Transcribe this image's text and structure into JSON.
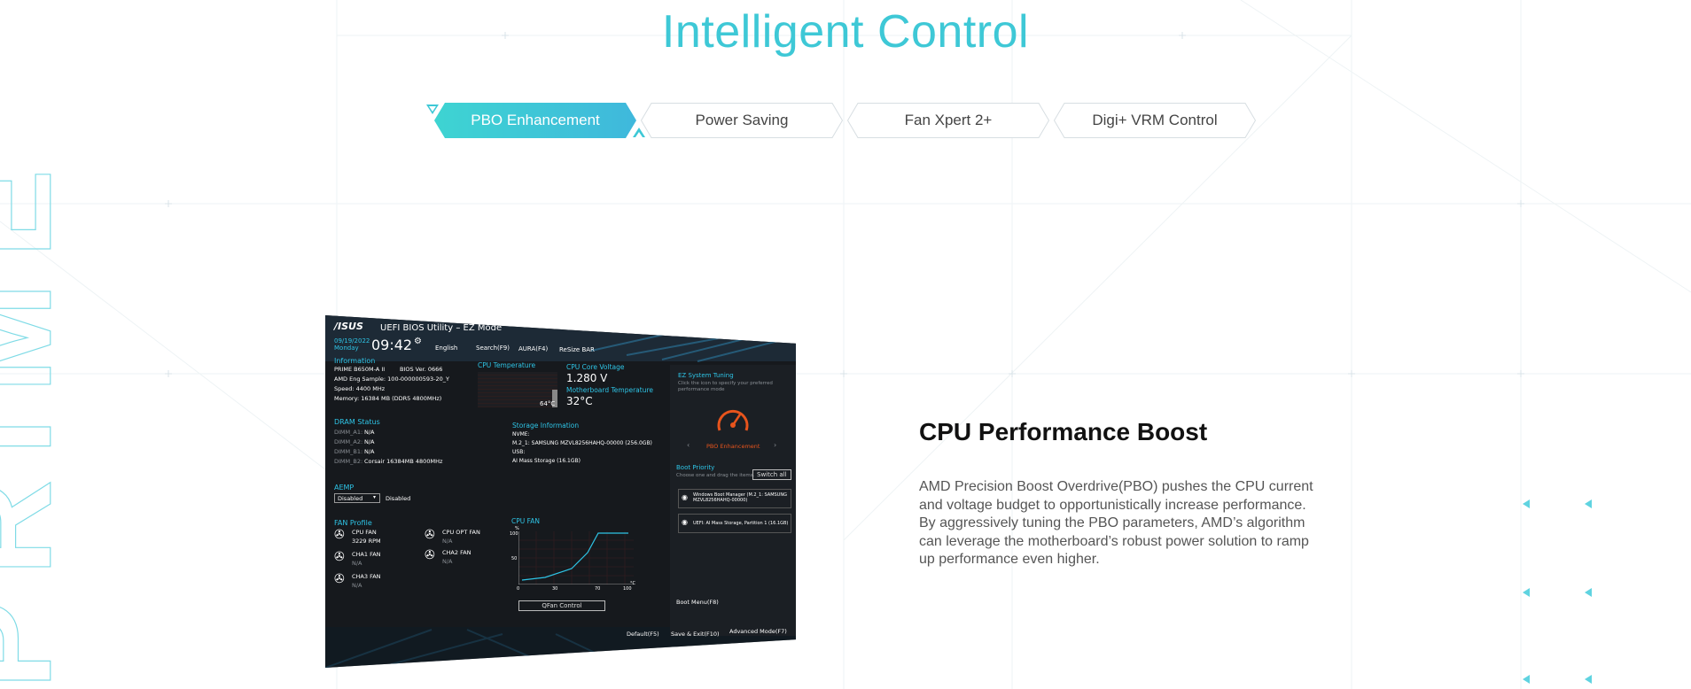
{
  "section": {
    "title": "Intelligent Control"
  },
  "tabs": [
    {
      "label": "PBO Enhancement",
      "active": true
    },
    {
      "label": "Power Saving",
      "active": false
    },
    {
      "label": "Fan Xpert 2+",
      "active": false
    },
    {
      "label": "Digi+ VRM Control",
      "active": false
    }
  ],
  "watermark": {
    "text": "PRIME"
  },
  "colors": {
    "accent": "#3ec8d6",
    "tab_border": "#d7dee2",
    "bios_accent": "#2ec4e6",
    "pbo_orange": "#e8541c"
  },
  "bios": {
    "brand": "/ISUS",
    "title": "UEFI BIOS Utility – EZ Mode",
    "date": "09/19/2022",
    "day": "Monday",
    "time": "09:42",
    "toolbar": [
      "English",
      "Search(F9)",
      "AURA(F4)",
      "ReSize BAR"
    ],
    "information": {
      "heading": "Information",
      "board": "PRIME B650M-A II",
      "bios_ver": "BIOS Ver. 0666",
      "cpu": "AMD Eng Sample: 100-000000593-20_Y",
      "speed": "Speed: 4400 MHz",
      "memory": "Memory: 16384 MB (DDR5 4800MHz)"
    },
    "cpu_temp": {
      "label": "CPU Temperature",
      "value": "64°C"
    },
    "cpu_voltage": {
      "label": "CPU Core Voltage",
      "value": "1.280 V"
    },
    "mb_temp": {
      "label": "Motherboard Temperature",
      "value": "32°C"
    },
    "dram": {
      "heading": "DRAM Status",
      "slots": [
        {
          "name": "DIMM_A1:",
          "value": "N/A"
        },
        {
          "name": "DIMM_A2:",
          "value": "N/A"
        },
        {
          "name": "DIMM_B1:",
          "value": "N/A"
        },
        {
          "name": "DIMM_B2:",
          "value": "Corsair 16384MB 4800MHz"
        }
      ]
    },
    "storage": {
      "heading": "Storage Information",
      "nvme_label": "NVME:",
      "nvme": "M.2_1: SAMSUNG MZVL8256HAHQ-00000 (256.0GB)",
      "usb_label": "USB:",
      "usb": "AI Mass Storage (16.1GB)"
    },
    "ez_tuning": {
      "heading": "EZ System Tuning",
      "desc1": "Click the icon to specify your preferred",
      "desc2": "performance mode",
      "mode": "PBO Enhancement"
    },
    "aemp": {
      "heading": "AEMP",
      "select": "Disabled",
      "status": "Disabled"
    },
    "boot": {
      "heading": "Boot Priority",
      "desc": "Choose one and drag the items.",
      "switch_all": "Switch all",
      "items": [
        "Windows Boot Manager (M.2_1: SAMSUNG MZVL8256HAHQ-00000)",
        "UEFI: AI Mass Storage, Partition 1 (16.1GB)"
      ]
    },
    "fan_profile": {
      "heading": "FAN Profile",
      "fans": [
        {
          "name": "CPU FAN",
          "value": "3229 RPM"
        },
        {
          "name": "CPU OPT FAN",
          "value": "N/A"
        },
        {
          "name": "CHA1 FAN",
          "value": "N/A"
        },
        {
          "name": "CHA2 FAN",
          "value": "N/A"
        },
        {
          "name": "CHA3 FAN",
          "value": "N/A"
        }
      ]
    },
    "cpu_fan_chart": {
      "heading": "CPU FAN",
      "y_unit": "%",
      "y_ticks": [
        "100",
        "50"
      ],
      "x_ticks": [
        "0",
        "30",
        "70",
        "100"
      ],
      "x_unit": "°C",
      "button": "QFan Control"
    },
    "boot_menu": "Boot Menu(F8)",
    "footer": [
      "Default(F5)",
      "Save & Exit(F10)",
      "Advanced Mode(F7)"
    ]
  },
  "feature": {
    "title": "CPU Performance Boost",
    "description": "AMD Precision Boost Overdrive(PBO) pushes the CPU current and voltage budget to opportunistically increase performance. By aggressively tuning the PBO parameters, AMD’s algorithm can leverage the motherboard’s robust power solution to ramp up performance even higher."
  }
}
